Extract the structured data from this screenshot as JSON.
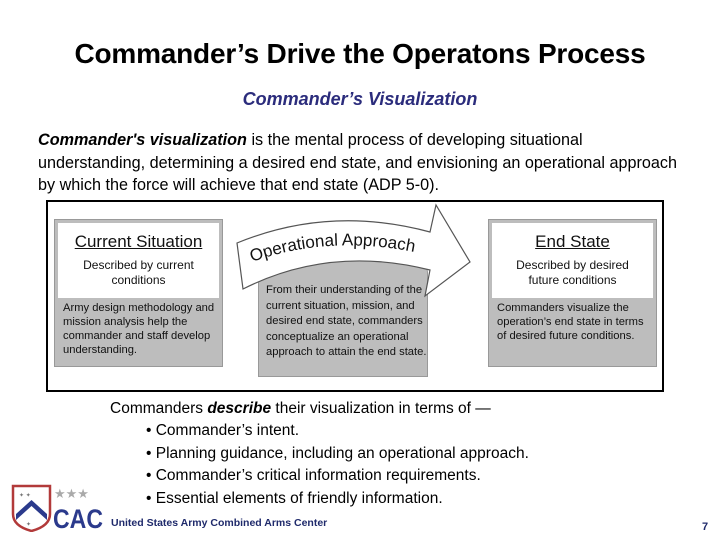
{
  "slide": {
    "title": "Commander’s Drive the Operatons Process",
    "subtitle": "Commander’s Visualization",
    "intro": {
      "term": "Commander's visualization",
      "text": " is the mental process of developing situational understanding, determining a desired end state, and envisioning an operational approach by which the force will achieve that end state (ADP 5-0)."
    },
    "diagram": {
      "current_situation": {
        "heading": "Current Situation",
        "subheading": "Described by current conditions",
        "body": "Army design methodology and mission analysis help the commander and staff develop understanding."
      },
      "operational_approach": {
        "arrow_label": "Operational Approach",
        "body": "From their understanding of the current situation, mission, and desired end state, commanders conceptualize an operational approach to attain the end state."
      },
      "end_state": {
        "heading": "End State",
        "subheading": "Described by desired future conditions",
        "body": "Commanders visualize the operation’s end state in terms of desired future conditions."
      }
    },
    "describe": {
      "prefix": "Commanders ",
      "emphasis": "describe",
      "suffix": " their visualization in terms of —",
      "bullets": [
        "• Commander’s intent.",
        "• Planning guidance, including an operational approach.",
        "• Commander’s critical information requirements.",
        "• Essential elements of friendly information."
      ]
    },
    "footer": {
      "logo_text": "CAC",
      "organization": "United States Army Combined Arms Center",
      "page_number": "7"
    },
    "colors": {
      "subtitle": "#2b2c7c",
      "footer": "#1f2a6b",
      "panel_grey": "#bdbdbd",
      "logo_blue": "#2b3a8c",
      "logo_red": "#b23a3a"
    }
  }
}
